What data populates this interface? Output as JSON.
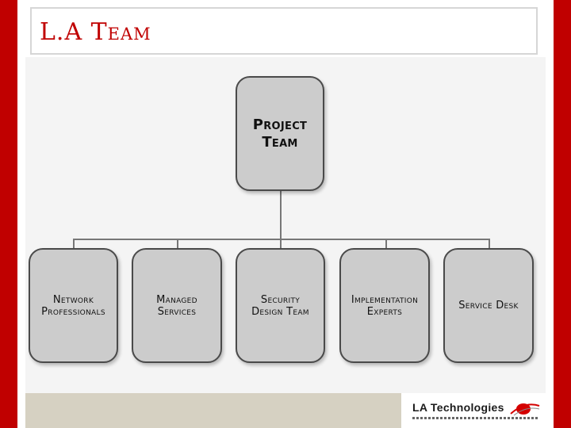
{
  "slide": {
    "title": "L.A Team"
  },
  "org_chart": {
    "root": {
      "label": "Project\nTeam"
    },
    "children": [
      {
        "label": "Network\nProfessionals"
      },
      {
        "label": "Managed\nServices"
      },
      {
        "label": "Security\nDesign Team"
      },
      {
        "label": "Implementation\nExperts"
      },
      {
        "label": "Service Desk"
      }
    ]
  },
  "footer": {
    "logo_text": "LA Technologies"
  },
  "colors": {
    "accent": "#c00000",
    "node_fill": "#cccccc",
    "node_border": "#4a4a4a",
    "footer_bar": "#d6d1c2"
  }
}
